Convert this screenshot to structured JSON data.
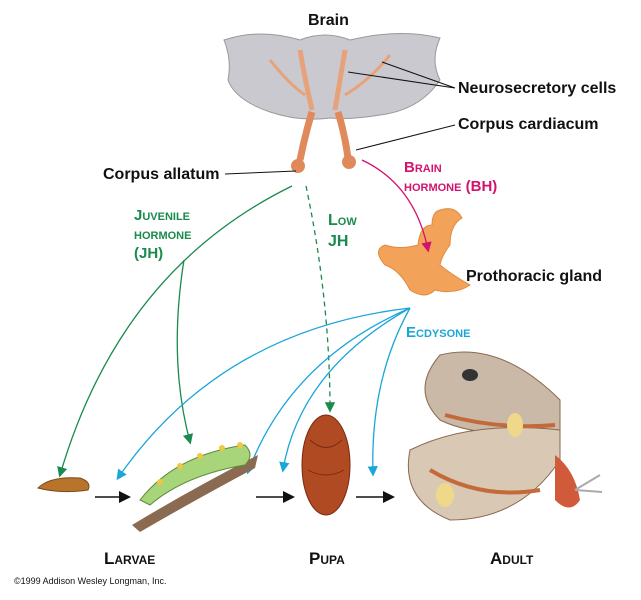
{
  "labels": {
    "brain": "Brain",
    "neurosecretory_cells": "Neurosecretory cells",
    "corpus_cardiacum": "Corpus cardiacum",
    "corpus_allatum": "Corpus allatum",
    "brain_hormone_line1": "Brain",
    "brain_hormone_line2": "hormone (BH)",
    "juvenile_hormone_line1": "Juvenile",
    "juvenile_hormone_line2": "hormone",
    "juvenile_hormone_line3": "(JH)",
    "low_jh_line1": "Low",
    "low_jh_line2": "JH",
    "prothoracic_gland": "Prothoracic gland",
    "ecdysone": "Ecdysone"
  },
  "stages": {
    "larvae": "Larvae",
    "pupa": "Pupa",
    "adult": "Adult"
  },
  "copyright": "©1999 Addison Wesley Longman, Inc.",
  "colors": {
    "juvenile_hormone": "#1a8a4e",
    "brain_hormone": "#d3126e",
    "ecdysone": "#1ba6d9",
    "gland": "#f3a25a"
  }
}
